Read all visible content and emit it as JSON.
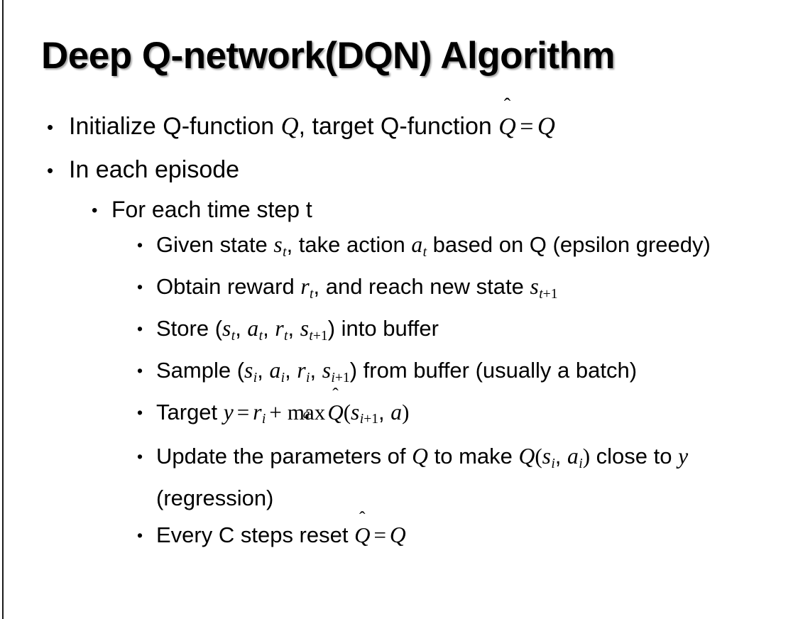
{
  "slide": {
    "title": "Deep Q-network(DQN) Algorithm",
    "background_color": "#ffffff",
    "text_color": "#000000",
    "left_rule_color": "#1a1a1a",
    "bullet_glyph": "•"
  },
  "content": {
    "l1_initialize": {
      "pre": "Initialize Q-function ",
      "q1": "Q",
      "mid": ", target Q-function ",
      "qhat": "Q",
      "hat": "̂",
      "eq": "=",
      "q2": "Q"
    },
    "l1_episode": "In each episode",
    "l2_timestep": "For each time step t",
    "l3_given": {
      "pre": "Given state ",
      "s": "s",
      "s_sub": "t",
      "mid": ", take action ",
      "a": "a",
      "a_sub": "t",
      "post": " based on Q (epsilon greedy)"
    },
    "l3_obtain": {
      "pre": "Obtain reward ",
      "r": "r",
      "r_sub": "t",
      "mid": ", and reach new state ",
      "s": "s",
      "s_sub_var": "t",
      "s_sub_num": "+1"
    },
    "l3_store": {
      "pre": "Store (",
      "s1": "s",
      "s1_sub": "t",
      "c1": ", ",
      "a1": "a",
      "a1_sub": "t",
      "c2": ", ",
      "r1": "r",
      "r1_sub": "t",
      "c3": ", ",
      "s2": "s",
      "s2_sub_var": "t",
      "s2_sub_num": "+1",
      "post": ") into buffer"
    },
    "l3_sample": {
      "pre": "Sample (",
      "s1": "s",
      "s1_sub": "i",
      "c1": ", ",
      "a1": "a",
      "a1_sub": "i",
      "c2": ", ",
      "r1": "r",
      "r1_sub": "i",
      "c3": ", ",
      "s2": "s",
      "s2_sub_var": "i",
      "s2_sub_num": "+1",
      "post": ") from buffer (usually a batch)"
    },
    "l3_target": {
      "pre": "Target ",
      "y": "y",
      "eq": "=",
      "r": "r",
      "r_sub": "i",
      "plus": "+",
      "max": "max",
      "max_lim": "a",
      "qhat": "Q",
      "hat": "̂",
      "open": "(",
      "s": "s",
      "s_sub_var": "i",
      "s_sub_num": "+1",
      "comma": ", ",
      "a": "a",
      "close": ")"
    },
    "l3_update": {
      "pre": "Update the parameters of ",
      "q1": "Q",
      "mid": " to make ",
      "q2": "Q",
      "open": "(",
      "s": "s",
      "s_sub": "i",
      "comma": ", ",
      "a": "a",
      "a_sub": "i",
      "close": ")",
      "post": " close to ",
      "y": "y",
      "tail": " (regression)"
    },
    "l3_reset": {
      "pre": "Every C steps reset ",
      "qhat": "Q",
      "hat": "̂",
      "eq": "=",
      "q": "Q"
    }
  }
}
